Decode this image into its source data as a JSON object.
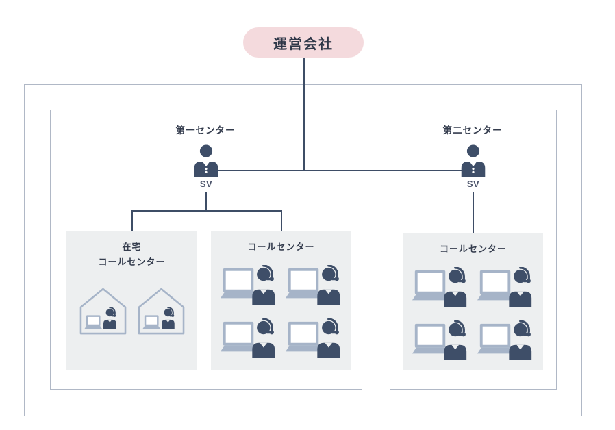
{
  "diagram": {
    "root_label": "運営会社",
    "centers": [
      {
        "title": "第一センター",
        "sv_label": "SV",
        "groups": [
          {
            "type": "home-call-center",
            "title_line1": "在宅",
            "title_line2": "コールセンター",
            "house_count": 2
          },
          {
            "type": "call-center",
            "title": "コールセンター",
            "agent_count": 4
          }
        ]
      },
      {
        "title": "第二センター",
        "sv_label": "SV",
        "groups": [
          {
            "type": "call-center",
            "title": "コールセンター",
            "agent_count": 4
          }
        ]
      }
    ],
    "icons": {
      "root": "company-pill",
      "supervisor": "supervisor-person-icon",
      "agent": "agent-with-headset-and-laptop-icon",
      "home_agent": "house-with-agent-icon"
    },
    "colors": {
      "root_fill": "#f4dadd",
      "line_navy": "#3e4d66",
      "icon_navy": "#3e4e68",
      "icon_slate": "#a6b4c8",
      "group_fill": "#edeff0",
      "box_border": "#b0b8c6",
      "text": "#353d4e"
    }
  }
}
